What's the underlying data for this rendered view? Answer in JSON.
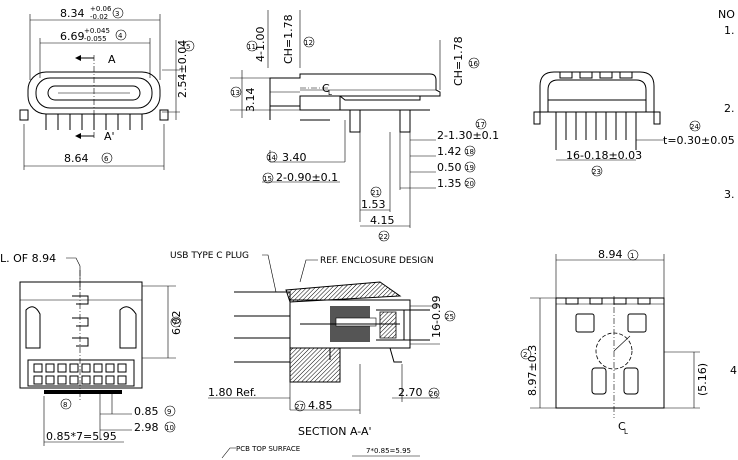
{
  "top_left": {
    "w_total": "8.34",
    "w_total_tol_upper": "+0.06",
    "w_total_tol_lower": "-0.02",
    "w_total_ref": "3",
    "w_inner": "6.69",
    "w_inner_tol_upper": "+0.045",
    "w_inner_tol_lower": "-0.055",
    "w_inner_ref": "4",
    "h_right": "2.54±0.04",
    "h_right_ref": "5",
    "label_a": "A",
    "label_a_prime": "A'",
    "w_bottom": "8.64",
    "w_bottom_ref": "6"
  },
  "top_middle": {
    "h1": "4-1.00",
    "h1_ref": "11",
    "ch1": "CH=1.78",
    "ch1_ref": "12",
    "h_left": "3.14",
    "h_left_ref": "13",
    "ch2": "CH=1.78",
    "ch2_ref": "16",
    "cl": "C",
    "cl_sub": "L",
    "d_340": "3.40",
    "d_340_ref": "14",
    "d_090": "2-0.90±0.1",
    "d_090_ref": "15",
    "d_130": "2-1.30±0.1",
    "d_130_ref": "17",
    "d_142": "1.42",
    "d_142_ref": "18",
    "d_050": "0.50",
    "d_050_ref": "19",
    "d_135": "1.35",
    "d_135_ref": "20",
    "d_153": "1.53",
    "d_153_ref": "21",
    "d_415": "4.15",
    "d_415_ref": "22"
  },
  "top_right": {
    "thickness": "t=0.30±0.05",
    "thickness_ref": "24",
    "pitch": "16-0.18±0.03",
    "pitch_ref": "23"
  },
  "notes": {
    "head": "NO",
    "n1": "1.",
    "n2": "2.",
    "n3": "3.",
    "n4": "4"
  },
  "bottom_left": {
    "cl_label": "L. OF 8.94",
    "h_602": "6.02",
    "h_602_ref": "7",
    "ref_8": "8",
    "d_085": "0.85",
    "d_085_ref": "9",
    "d_298": "2.98",
    "d_298_ref": "10",
    "d_pitch": "0.85*7=5.95"
  },
  "section": {
    "plug_label": "USB TYPE C PLUG",
    "enclosure_label": "REF. ENCLOSURE DESIGN",
    "d_099": "16-0.99",
    "d_099_ref": "25",
    "d_180": "1.80 Ref.",
    "d_485": "4.85",
    "d_485_ref": "27",
    "d_270": "2.70",
    "d_270_ref": "26",
    "title": "SECTION A-A'",
    "pcb_label": "PCB TOP SURFACE",
    "pcb_pitch": "7*0.85=5.95"
  },
  "bottom_right": {
    "w_894": "8.94",
    "w_894_ref": "1",
    "h_897": "8.97±0.3",
    "h_897_ref": "2",
    "h_516": "(5.16)",
    "cl": "C",
    "cl_sub": "L"
  }
}
